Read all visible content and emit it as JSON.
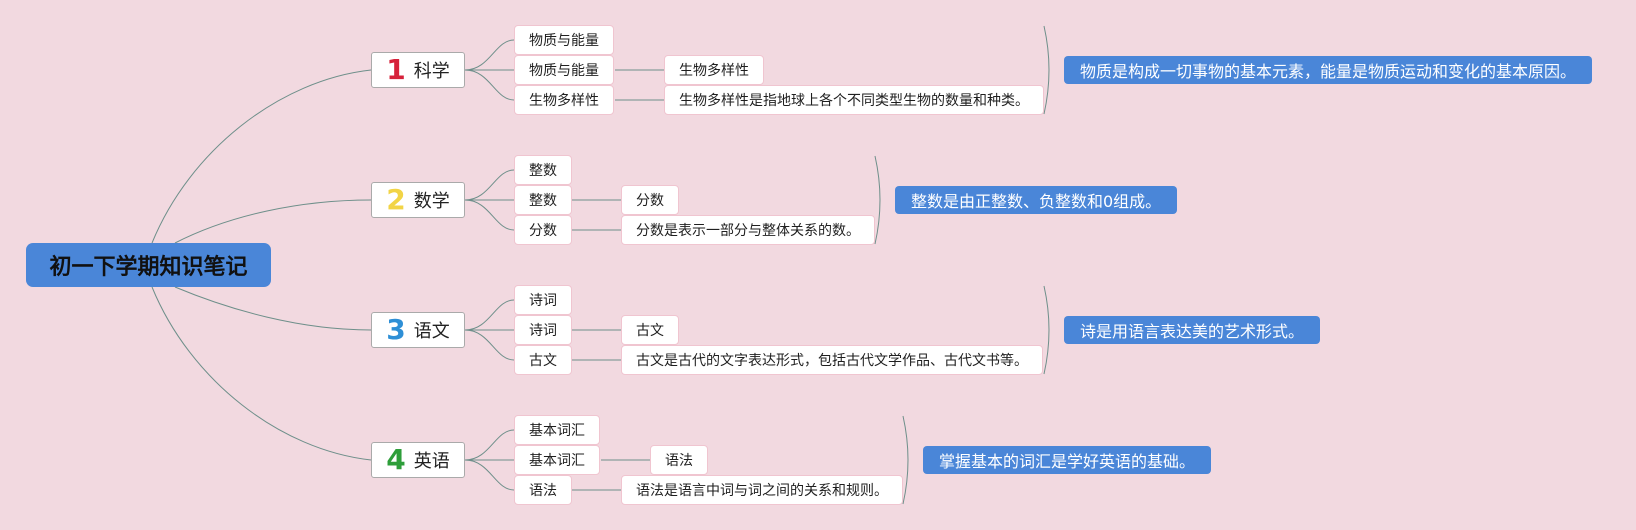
{
  "root": {
    "title": "初一下学期知识笔记"
  },
  "branches": [
    {
      "number": "1",
      "name": "科学",
      "number_color": "#d6213a",
      "leaves": [
        "物质与能量",
        "物质与能量",
        "生物多样性"
      ],
      "sub": [
        "生物多样性",
        "生物多样性是指地球上各个不同类型生物的数量和种类。"
      ],
      "summary": "物质是构成一切事物的基本元素，能量是物质运动和变化的基本原因。"
    },
    {
      "number": "2",
      "name": "数学",
      "number_color": "#f2d446",
      "leaves": [
        "整数",
        "整数",
        "分数"
      ],
      "sub": [
        "分数",
        "分数是表示一部分与整体关系的数。"
      ],
      "summary": "整数是由正整数、负整数和0组成。"
    },
    {
      "number": "3",
      "name": "语文",
      "number_color": "#2e8fd6",
      "leaves": [
        "诗词",
        "诗词",
        "古文"
      ],
      "sub": [
        "古文",
        "古文是古代的文字表达形式，包括古代文学作品、古代文书等。"
      ],
      "summary": "诗是用语言表达美的艺术形式。"
    },
    {
      "number": "4",
      "name": "英语",
      "number_color": "#2e9e3a",
      "leaves": [
        "基本词汇",
        "基本词汇",
        "语法"
      ],
      "sub": [
        "语法",
        "语法是语言中词与词之间的关系和规则。"
      ],
      "summary": "掌握基本的词汇是学好英语的基础。"
    }
  ],
  "colors": {
    "background": "#f2d9e0",
    "accent": "#4a86d8",
    "line": "#6e8f8a"
  }
}
